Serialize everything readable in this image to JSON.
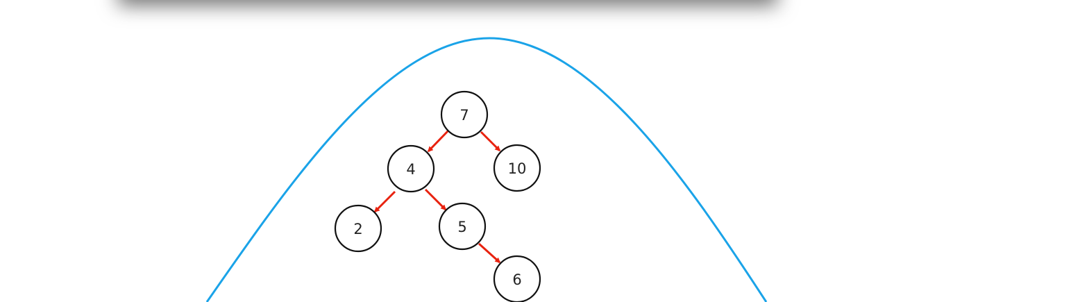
{
  "colors": {
    "curve": "#1aa3e8",
    "edge": "#e8220f",
    "node_stroke": "#111111",
    "node_fill": "#ffffff"
  },
  "tree": {
    "nodes": [
      {
        "id": "n7",
        "label": "7"
      },
      {
        "id": "n4",
        "label": "4"
      },
      {
        "id": "n10",
        "label": "10"
      },
      {
        "id": "n2",
        "label": "2"
      },
      {
        "id": "n5",
        "label": "5"
      },
      {
        "id": "n6",
        "label": "6"
      }
    ],
    "edges": [
      {
        "from": "7",
        "to": "4"
      },
      {
        "from": "7",
        "to": "10"
      },
      {
        "from": "4",
        "to": "2"
      },
      {
        "from": "4",
        "to": "5"
      },
      {
        "from": "5",
        "to": "6"
      }
    ]
  }
}
